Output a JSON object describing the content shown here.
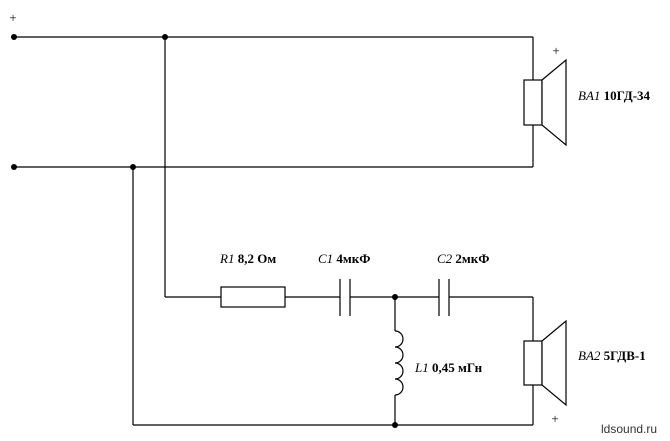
{
  "terminals": {
    "input_plus": "+",
    "speaker1_plus": "+",
    "speaker2_plus": "+"
  },
  "components": {
    "speaker1": {
      "designator": "BA1",
      "value": "10ГД-34"
    },
    "speaker2": {
      "designator": "BA2",
      "value": "5ГДВ-1"
    },
    "resistor": {
      "designator": "R1",
      "value": "8,2 Ом"
    },
    "cap1": {
      "designator": "C1",
      "value": "4мкФ"
    },
    "cap2": {
      "designator": "C2",
      "value": "2мкФ"
    },
    "inductor": {
      "designator": "L1",
      "value": "0,45 мГн"
    }
  },
  "watermark": "ldsound.ru"
}
